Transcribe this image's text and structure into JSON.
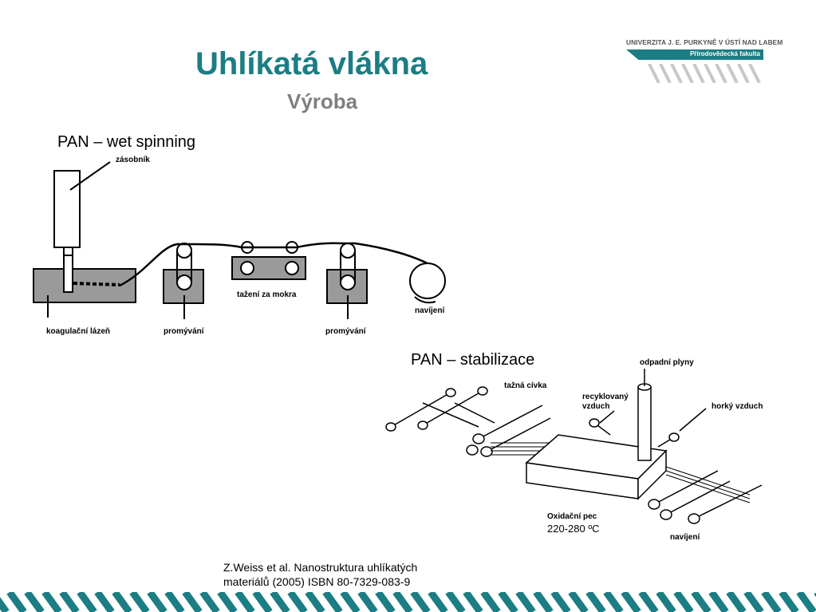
{
  "header": {
    "title": "Uhlíkatá vlákna",
    "subtitle": "Výroba"
  },
  "logo": {
    "university": "UNIVERZITA J. E. PURKYNĚ V ÚSTÍ NAD LABEM",
    "faculty": "Přírodovědecká fakulta",
    "color": "#1c7d84"
  },
  "wet_spinning": {
    "heading": "PAN – wet spinning",
    "labels": {
      "reservoir": "zásobník",
      "coag_bath": "koagulační lázeň",
      "wash1": "promývání",
      "wet_draw": "tažení za mokra",
      "wash2": "promývání",
      "winding": "navíjení"
    }
  },
  "stabilization": {
    "heading": "PAN – stabilizace",
    "labels": {
      "exhaust": "odpadní plyny",
      "draw_roll": "tažná cívka",
      "recycled_air_1": "recyklovaný",
      "recycled_air_2": "vzduch",
      "hot_air": "horký vzduch",
      "furnace": "Oxidační pec",
      "temperature": "220-280 ºC",
      "winding": "navíjení"
    }
  },
  "citation": {
    "line1": "Z.Weiss et al. Nanostruktura uhlíkatých",
    "line2": "materiálů (2005) ISBN 80-7329-083-9"
  },
  "accent_color": "#1c7d84"
}
